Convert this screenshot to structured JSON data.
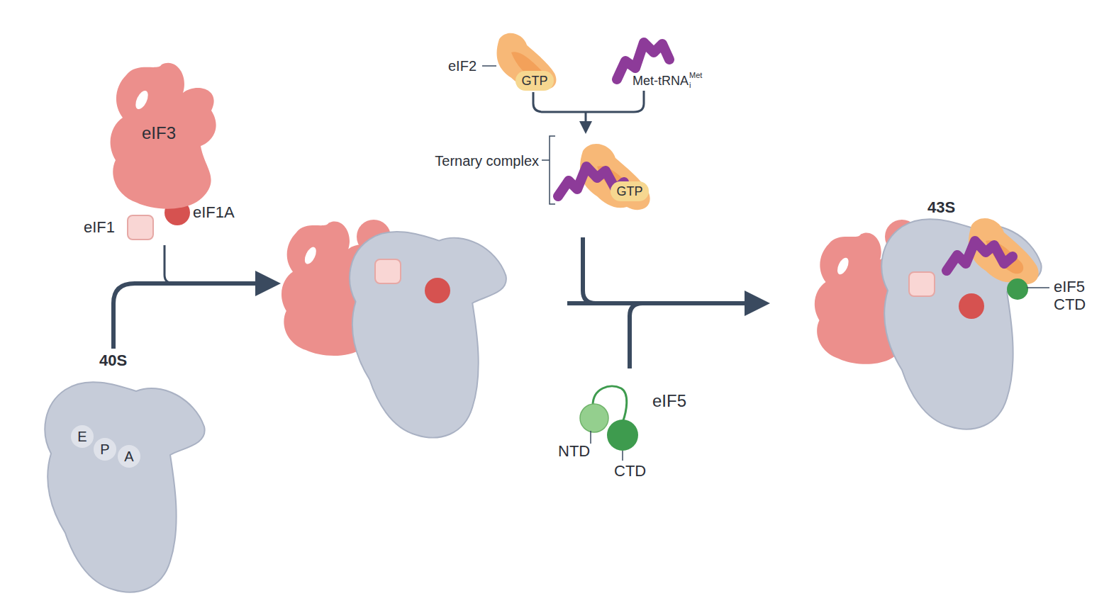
{
  "diagram": {
    "nodes": [
      {
        "text": [
          "eIF3"
        ]
      },
      {
        "text": [
          "40S"
        ]
      },
      {
        "text": [
          "E"
        ],
        "in": 1
      },
      {
        "text": [
          "P"
        ],
        "in": 1
      },
      {
        "text": [
          "A"
        ],
        "in": 1
      },
      {
        "text": [
          "GTP"
        ]
      },
      {
        "text": [
          "GTP"
        ]
      }
    ],
    "labels": [
      "eIF1",
      "eIF1A",
      "eIF2",
      "Met-tRNA",
      "i",
      "Met",
      "Ternary complex",
      "43S",
      "eIF5",
      "NTD",
      "CTD",
      "eIF5 CTD"
    ]
  }
}
